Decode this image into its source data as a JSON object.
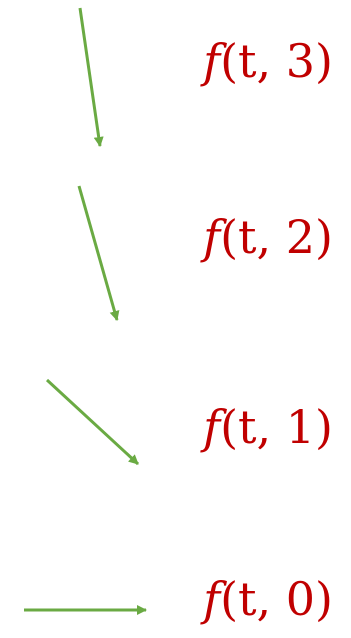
{
  "arrow_color": "#6aaa43",
  "label_color": "#c00000",
  "labels": [
    {
      "fn": "f",
      "args": "(t, 3)"
    },
    {
      "fn": "f",
      "args": "(t, 2)"
    },
    {
      "fn": "f",
      "args": "(t, 1)"
    },
    {
      "fn": "f",
      "args": "(t, 0)"
    }
  ]
}
